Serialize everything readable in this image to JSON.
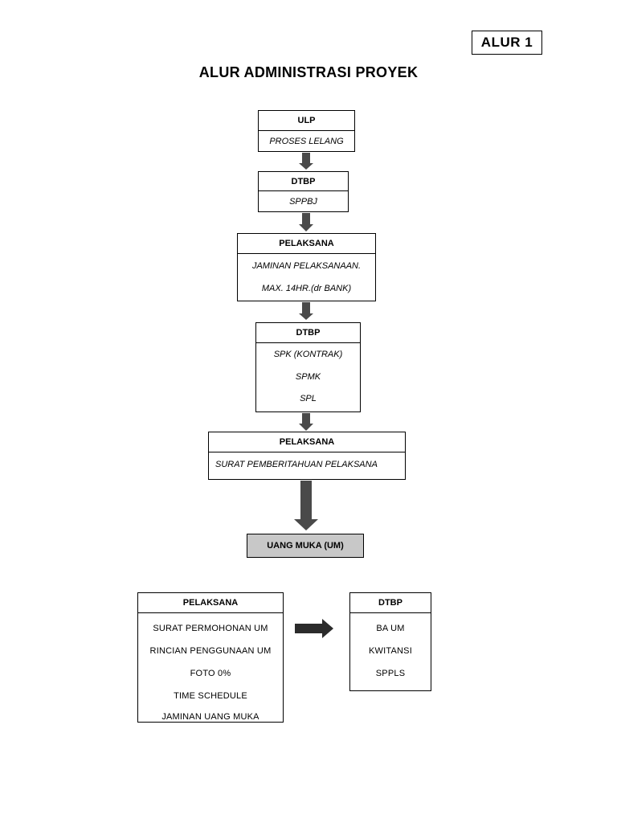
{
  "badge": "ALUR 1",
  "title": "ALUR ADMINISTRASI PROYEK",
  "flow": {
    "ulp": {
      "head": "ULP",
      "lines": [
        "PROSES LELANG"
      ]
    },
    "dtbp1": {
      "head": "DTBP",
      "lines": [
        "SPPBJ"
      ]
    },
    "pelaksana1": {
      "head": "PELAKSANA",
      "lines": [
        "JAMINAN PELAKSANAAN.",
        "MAX. 14HR.(dr BANK)"
      ]
    },
    "dtbp2": {
      "head": "DTBP",
      "lines": [
        "SPK (KONTRAK)",
        "SPMK",
        "SPL"
      ]
    },
    "pelaksana2": {
      "head": "PELAKSANA",
      "lines": [
        "SURAT PEMBERITAHUAN PELAKSANA"
      ]
    },
    "uang_muka": "UANG MUKA (UM)"
  },
  "bottom": {
    "pelaksana": {
      "head": "PELAKSANA",
      "lines": [
        "SURAT PERMOHONAN UM",
        "RINCIAN PENGGUNAAN UM",
        "FOTO 0%",
        "TIME SCHEDULE",
        "JAMINAN UANG MUKA"
      ]
    },
    "dtbp": {
      "head": "DTBP",
      "lines": [
        "BA UM",
        "KWITANSI",
        "SPPLS"
      ]
    }
  },
  "colors": {
    "arrow": "#4a4a4a",
    "arrow_dark": "#2b2b2b",
    "highlight_box": "#c8c8c8"
  }
}
